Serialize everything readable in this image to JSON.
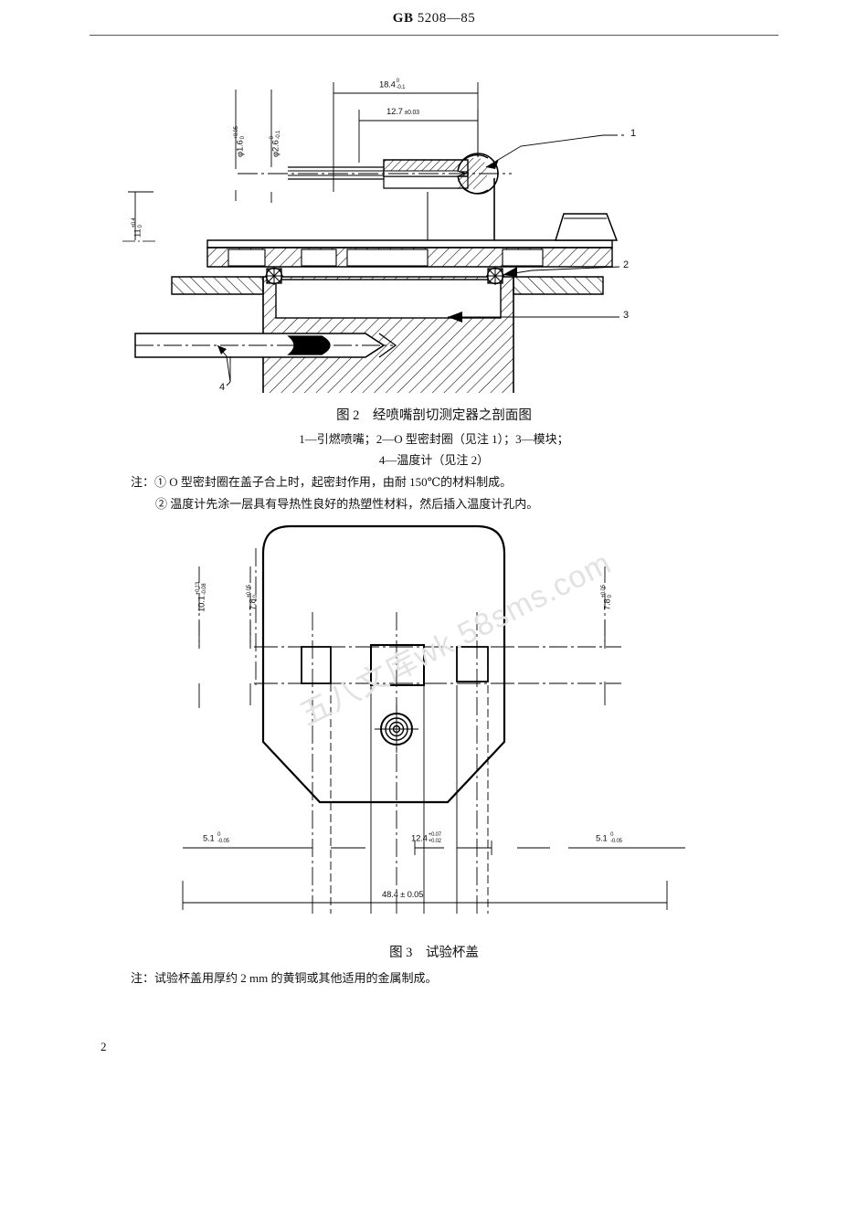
{
  "header": {
    "standard_prefix": "GB",
    "standard_number": "5208—85"
  },
  "figure2": {
    "caption": "图 2　经喷嘴剖切测定器之剖面图",
    "legend_line1": "1—引燃喷嘴；2—O 型密封圈（见注 1）；3—模块；",
    "legend_line2": "4—温度计（见注 2）",
    "note1": "注：① O 型密封圈在盖子合上时，起密封作用，由耐 150℃的材料制成。",
    "note2": "② 温度计先涂一层具有导热性良好的热塑性材料，然后插入温度计孔内。",
    "dimensions": {
      "dia_small": "φ1.6",
      "dia_small_tol_upper": "+0.05",
      "dia_small_tol_lower": "0",
      "dia_large": "φ2.6",
      "dia_large_tol_upper": "0",
      "dia_large_tol_lower": "-0.1",
      "length_total": "18.4",
      "length_total_tol_upper": "0",
      "length_total_tol_lower": "-0.1",
      "length_inner": "12.7",
      "length_inner_tol": "±0.03",
      "height": "11",
      "height_tol_upper": "+0.4",
      "height_tol_lower": "0"
    },
    "leaders": {
      "item1": "1",
      "item2": "2",
      "item3": "3",
      "item4": "4"
    }
  },
  "figure3": {
    "caption": "图 3　试验杯盖",
    "note": "注：试验杯盖用厚约 2 mm 的黄铜或其他适用的金属制成。",
    "dimensions": {
      "left_vert": "10.1",
      "left_vert_tol_upper": "+0.13",
      "left_vert_tol_lower": "-0.08",
      "left_vert2": "7.8",
      "left_vert2_tol_upper": "+0.05",
      "left_vert2_tol_lower": "0",
      "right_vert": "7.8",
      "right_vert_tol_upper": "+0.05",
      "right_vert_tol_lower": "0",
      "bottom_left": "5.1",
      "bottom_left_tol_upper": "0",
      "bottom_left_tol_lower": "-0.05",
      "bottom_center": "12.4",
      "bottom_center_tol_upper": "+0.07",
      "bottom_center_tol_lower": "+0.02",
      "bottom_right": "5.1",
      "bottom_right_tol_upper": "0",
      "bottom_right_tol_lower": "-0.05",
      "bottom_overall": "48.4 ± 0.05"
    }
  },
  "watermark": {
    "text": "五八文库wk.58sms.com"
  },
  "footer": {
    "page_number": "2"
  }
}
